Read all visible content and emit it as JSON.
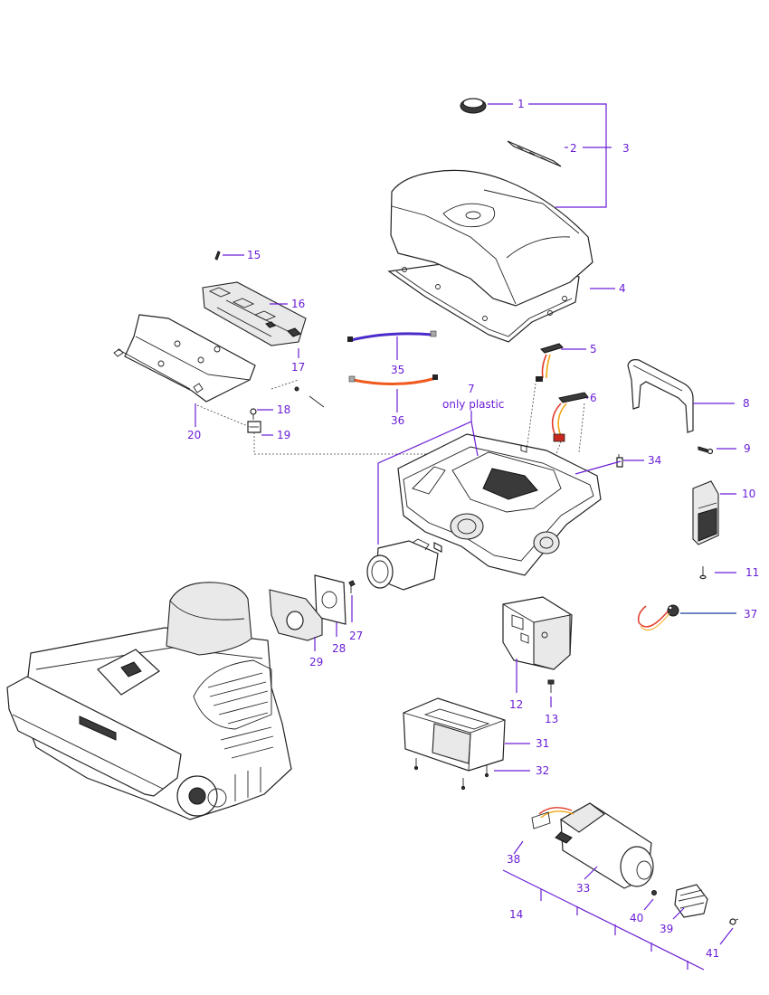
{
  "labels": {
    "p1": "1",
    "p2": "2",
    "p3": "3",
    "p4": "4",
    "p5": "5",
    "p6": "6",
    "p7": "7",
    "p7_note": "only plastic",
    "p8": "8",
    "p9": "9",
    "p10": "10",
    "p11": "11",
    "p12": "12",
    "p13": "13",
    "p14": "14",
    "p15": "15",
    "p16": "16",
    "p17": "17",
    "p18": "18",
    "p19": "19",
    "p20": "20",
    "p27": "27",
    "p28": "28",
    "p29": "29",
    "p31": "31",
    "p32": "32",
    "p33": "33",
    "p34": "34",
    "p35": "35",
    "p36": "36",
    "p37": "37",
    "p38": "38",
    "p39": "39",
    "p40": "40",
    "p41": "41"
  },
  "colors": {
    "label": "#6a1ed6",
    "leader_blue": "#1a3a9a",
    "cable_purple": "#4b2bc9",
    "cable_orange": "#f05a1e",
    "wire_red": "#e23b2a",
    "wire_yellow": "#f2a516"
  }
}
